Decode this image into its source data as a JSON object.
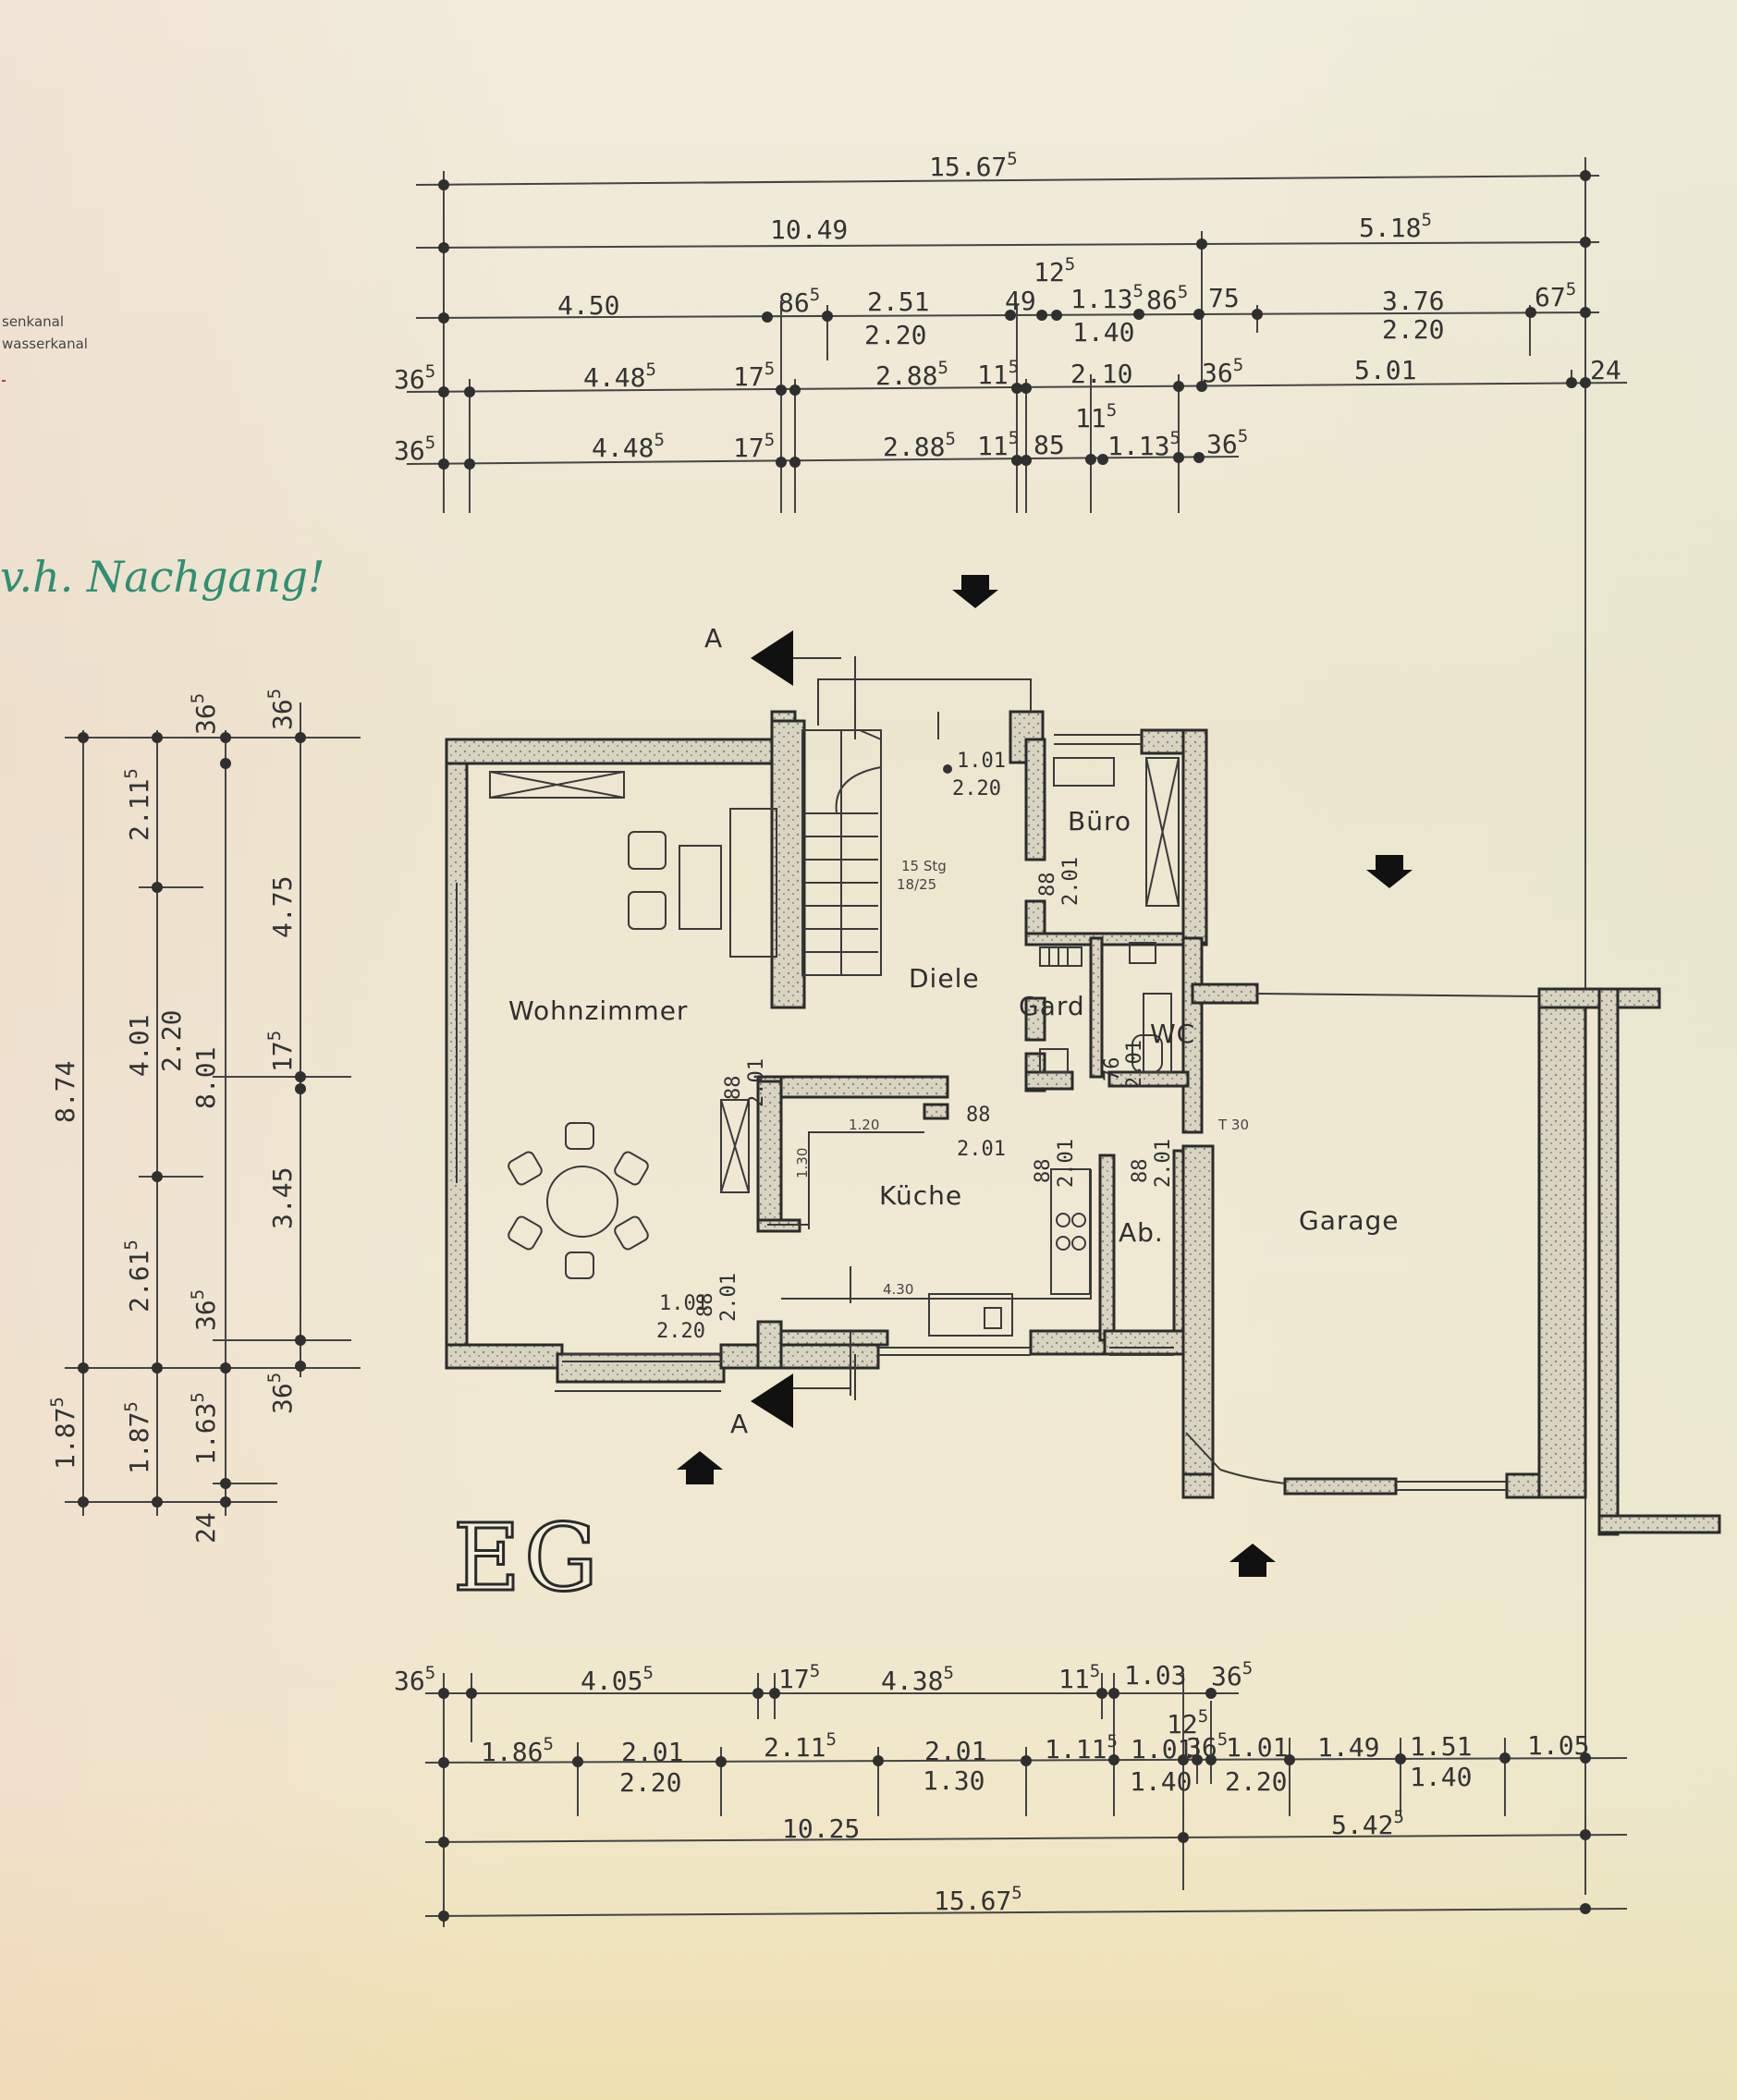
{
  "legend": {
    "line1": "senkanal",
    "line2": "wasserkanal"
  },
  "handwritten_note": "v.h. Nachgang!",
  "plan_label": "EG",
  "section_marker": "A",
  "rooms": {
    "wohnzimmer": "Wohnzimmer",
    "diele": "Diele",
    "buero": "Büro",
    "gard": "Gard",
    "wc": "WC",
    "kueche": "Küche",
    "ab": "Ab.",
    "garage": "Garage"
  },
  "stair_note": {
    "steps": "15 Stg",
    "ratio": "18/25"
  },
  "door_dims": {
    "diele_door": [
      "1.01",
      "2.20"
    ],
    "buero_door": [
      "88",
      "2.01"
    ],
    "wohn_door": [
      "88",
      "2.01"
    ],
    "gard_door": [
      "76",
      "2.01"
    ],
    "kueche_door": [
      "88",
      "2.01"
    ],
    "ab_door1": [
      "88",
      "2.01"
    ],
    "ab_door2": [
      "88",
      "2.01"
    ],
    "wohn_door2": [
      "88",
      "2.01"
    ],
    "entry_door": [
      "1.01",
      "2.20"
    ],
    "kueche_120": "1.20",
    "kueche_130": "1.30",
    "kueche_430": "4.30",
    "garage_t30": "T 30"
  },
  "top_dims": {
    "row1": [
      [
        "15.67",
        "5"
      ]
    ],
    "row2": [
      [
        "10.49",
        ""
      ],
      [
        "5.18",
        "5"
      ]
    ],
    "row3a": [
      [
        "4.50",
        ""
      ],
      [
        "86",
        "5"
      ],
      [
        "2.51",
        ""
      ],
      [
        "49",
        ""
      ],
      [
        "12",
        "5"
      ],
      [
        "1.13",
        "5"
      ],
      [
        "86",
        "5"
      ],
      [
        "75",
        ""
      ],
      [
        "3.76",
        ""
      ],
      [
        "67",
        "5"
      ]
    ],
    "row3b": [
      "2.20",
      "1.40",
      "2.20"
    ],
    "row4": [
      [
        "36",
        "5"
      ],
      [
        "4.48",
        "5"
      ],
      [
        "17",
        "5"
      ],
      [
        "2.88",
        "5"
      ],
      [
        "11",
        "5"
      ],
      [
        "2.10",
        ""
      ],
      [
        "36",
        "5"
      ],
      [
        "5.01",
        ""
      ],
      [
        "24",
        ""
      ]
    ],
    "row5": [
      [
        "36",
        "5"
      ],
      [
        "4.48",
        "5"
      ],
      [
        "17",
        "5"
      ],
      [
        "2.88",
        "5"
      ],
      [
        "11",
        "5"
      ],
      [
        "85",
        ""
      ],
      [
        "11",
        "5"
      ],
      [
        "1.13",
        "5"
      ],
      [
        "36",
        "5"
      ]
    ]
  },
  "left_dims": {
    "col1": [
      [
        "8.74",
        ""
      ],
      [
        "1.87",
        "5"
      ]
    ],
    "col2": [
      [
        "2.11",
        "5"
      ],
      [
        "4.01",
        ""
      ],
      [
        "2.61",
        "5"
      ],
      [
        "1.87",
        "5"
      ]
    ],
    "col2b": [
      "2.20"
    ],
    "col3": [
      [
        "36",
        "5"
      ],
      [
        "8.01",
        ""
      ],
      [
        "36",
        "5"
      ],
      [
        "1.63",
        "5"
      ],
      [
        "24",
        ""
      ]
    ],
    "col4": [
      [
        "36",
        "5"
      ],
      [
        "4.75",
        ""
      ],
      [
        "17",
        "5"
      ],
      [
        "3.45",
        ""
      ],
      [
        "36",
        "5"
      ]
    ]
  },
  "bottom_dims": {
    "row1": [
      [
        "36",
        "5"
      ],
      [
        "4.05",
        "5"
      ],
      [
        "17",
        "5"
      ],
      [
        "4.38",
        "5"
      ],
      [
        "11",
        "5"
      ],
      [
        "1.03",
        ""
      ],
      [
        "36",
        "5"
      ]
    ],
    "row2a": [
      [
        "1.86",
        "5"
      ],
      [
        "2.01",
        ""
      ],
      [
        "2.11",
        "5"
      ],
      [
        "2.01",
        ""
      ],
      [
        "1.11",
        "5"
      ],
      [
        "12",
        "5"
      ],
      [
        "1.01",
        ""
      ],
      [
        "36",
        "5"
      ],
      [
        "1.01",
        ""
      ],
      [
        "1.49",
        ""
      ],
      [
        "1.51",
        ""
      ],
      [
        "1.05",
        ""
      ]
    ],
    "row2b": [
      "2.20",
      "1.30",
      "1.40",
      "2.20",
      "1.40"
    ],
    "row3": [
      [
        "10.25",
        ""
      ],
      [
        "5.42",
        "5"
      ]
    ],
    "row4": [
      [
        "15.67",
        "5"
      ]
    ]
  }
}
